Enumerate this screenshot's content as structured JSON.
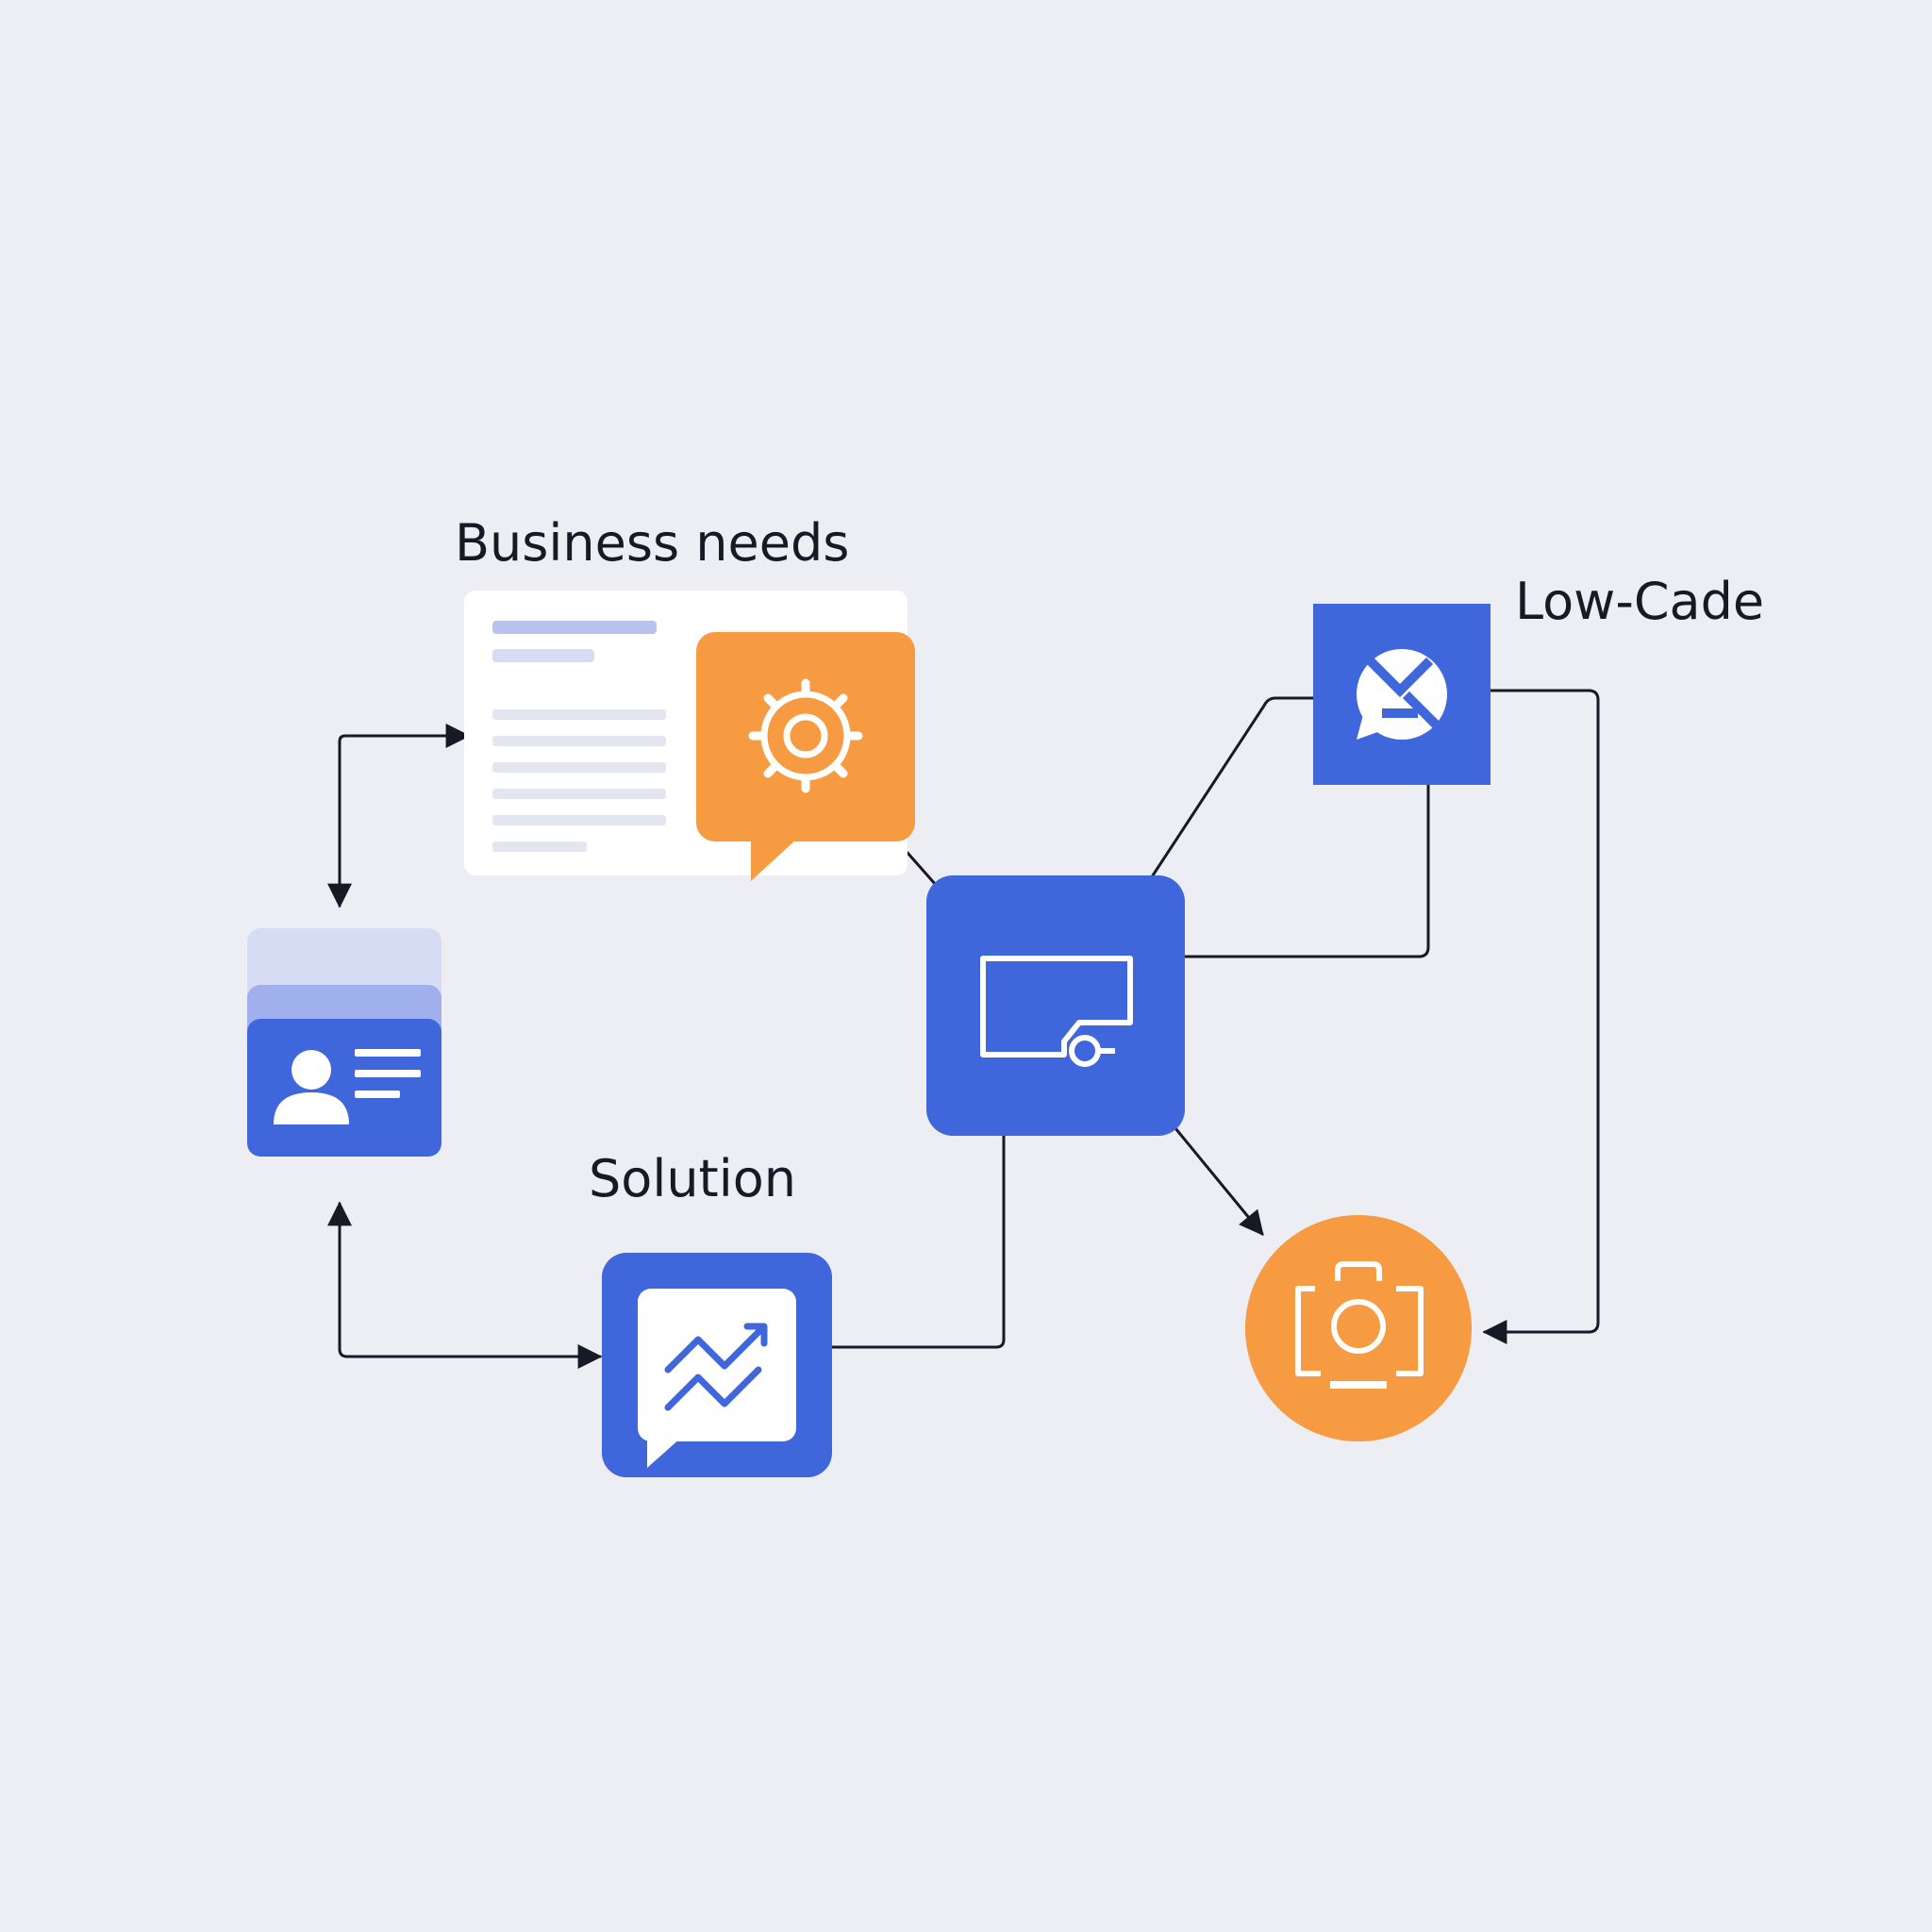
{
  "colors": {
    "background": "#eceef3",
    "blue": "#4066dc",
    "orange": "#f79b42",
    "light_blue": "#b9c4ee",
    "lavender": "#d7dcf5",
    "line": "#151a24",
    "card": "#ffffff"
  },
  "labels": {
    "business_needs": "Business needs",
    "solution": "Solution",
    "low_code": "Low-Cade"
  },
  "nodes": [
    {
      "id": "business-needs-card",
      "icon": "gear-icon"
    },
    {
      "id": "user-profile-card",
      "icon": "user-icon"
    },
    {
      "id": "monitor-node",
      "icon": "monitor-icon"
    },
    {
      "id": "low-code-node",
      "icon": "tools-icon"
    },
    {
      "id": "solution-node",
      "icon": "trend-chart-icon"
    },
    {
      "id": "camera-node",
      "icon": "camera-icon"
    }
  ]
}
